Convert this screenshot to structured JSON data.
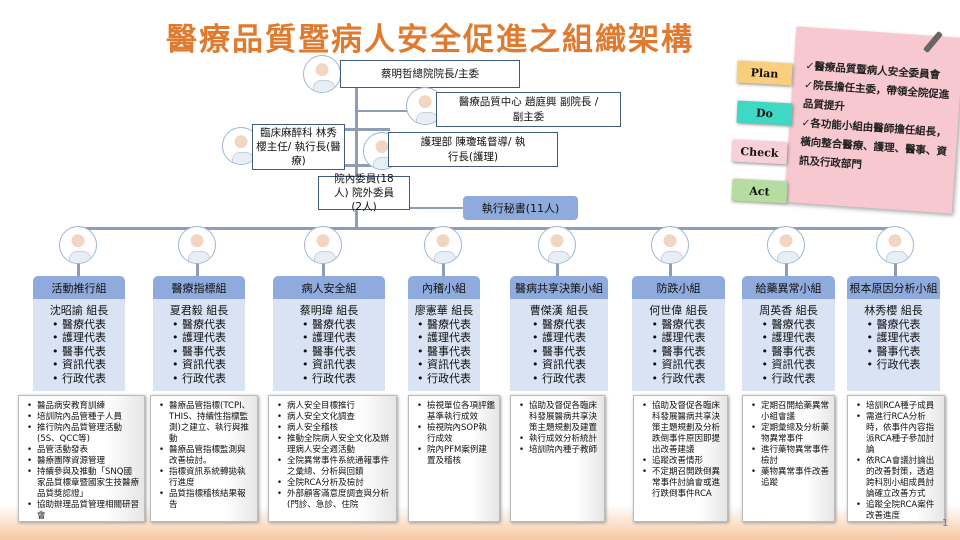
{
  "title": "醫療品質暨病人安全促進之組織架構",
  "leaders": {
    "chair": "蔡明哲總院院長/主委",
    "vice_chair": "醫療品質中心 趙庭興 副院長 /副主委",
    "exec_medical": "臨床麻醉科 林秀櫻主任/ 執行長(醫療)",
    "exec_nursing": "護理部 陳瓊瑤督導/ 執行長(護理)",
    "members": "院內委員(18人) 院外委員(2人)",
    "secretary": "執行秘書(11人)"
  },
  "pdca": {
    "tabs": [
      "Plan",
      "Do",
      "Check",
      "Act"
    ],
    "tab_colors": [
      "#f9cf7e",
      "#3fd8c4",
      "#f7c8d0",
      "#b7dca0"
    ],
    "notes": [
      "✓醫療品質暨病人安全委員會",
      "✓院長擔任主委，帶領全院促進品質提升",
      "✓各功能小組由醫師擔任組長，橫向整合醫療、護理、醫事、資訊及行政部門"
    ]
  },
  "groups": [
    {
      "name": "活動推行組",
      "leader": "沈昭諭 組長",
      "members": [
        "醫療代表",
        "護理代表",
        "醫事代表",
        "資訊代表",
        "行政代表"
      ],
      "tasks": [
        "醫品病安教育訓練",
        "培訓院內品管種子人員",
        "推行院內品質管理活動(5S、QCC等)",
        "品管活動發表",
        "醫療團隊資源管理",
        "持續參與及推動「SNQ國家品質標章暨國家生技醫療品質獎認證」",
        "協助辦理品質管理相關研習會"
      ]
    },
    {
      "name": "醫療指標組",
      "leader": "夏君毅 組長",
      "members": [
        "醫療代表",
        "護理代表",
        "醫事代表",
        "資訊代表",
        "行政代表"
      ],
      "tasks": [
        "醫療品管指標(TCPI、THIS、持續性指標監測)之建立、執行與推動",
        "醫療品管指標監測與改善檢討。",
        "指標資訊系統轉拋執行進度",
        "品質指標稽核結果報告"
      ]
    },
    {
      "name": "病人安全組",
      "leader": "蔡明瑋 組長",
      "members": [
        "醫療代表",
        "護理代表",
        "醫事代表",
        "資訊代表",
        "行政代表"
      ],
      "tasks": [
        "病人安全目標推行",
        "病人安全文化調查",
        "病人安全稽核",
        "推動全院病人安全文化及辦理病人安全週活動",
        "全院異常事件系統通報事件之彙總、分析與回饋",
        "全院RCA分析及檢討",
        "外部顧客滿意度調查與分析(門診、急診、住院"
      ]
    },
    {
      "name": "內稽小組",
      "leader": "廖憲華 組長",
      "members": [
        "醫療代表",
        "護理代表",
        "醫事代表",
        "資訊代表",
        "行政代表"
      ],
      "tasks": [
        "檢視單位各項評鑑基準執行成效",
        "檢視院內SOP執行成效",
        "院內PFM案例建置及稽核"
      ]
    },
    {
      "name": "醫病共享決策小組",
      "leader": "曹傑漢 組長",
      "members": [
        "醫療代表",
        "護理代表",
        "醫事代表",
        "資訊代表",
        "行政代表"
      ],
      "tasks": [
        "協助及督促各臨床科發展醫病共享決策主題規劃及建置",
        "執行成效分析統計",
        "培訓院內種子教師"
      ]
    },
    {
      "name": "防跌小組",
      "leader": "何世偉 組長",
      "members": [
        "醫療代表",
        "護理代表",
        "醫事代表",
        "資訊代表",
        "行政代表"
      ],
      "tasks": [
        "協助及督促各臨床科發展醫病共享決策主題規劃及分析跌倒事件原因即提出改善建議",
        "追蹤改善情形",
        "不定期召開跌倒異常事件討論會或進行跌倒事件RCA"
      ]
    },
    {
      "name": "給藥異常小組",
      "leader": "周英香 組長",
      "members": [
        "醫療代表",
        "護理代表",
        "醫事代表",
        "資訊代表",
        "行政代表"
      ],
      "tasks": [
        "定期召開給藥異常小組會議",
        "定期彙總及分析藥物異常事件",
        "進行藥物異常事件檢討",
        "藥物異常事件改善追蹤"
      ]
    },
    {
      "name": "根本原因分析小組",
      "leader": "林秀櫻 組長",
      "members": [
        "醫療代表",
        "護理代表",
        "醫事代表",
        "行政代表"
      ],
      "tasks": [
        "培訓RCA種子成員",
        "需進行RCA分析時，依事件內容指派RCA種子參加討論",
        "依RCA會議討論出的改善對策，透過跨科別小組成員討論確立改善方式",
        "追蹤全院RCA案件改善進度"
      ]
    }
  ],
  "page_number": "1"
}
